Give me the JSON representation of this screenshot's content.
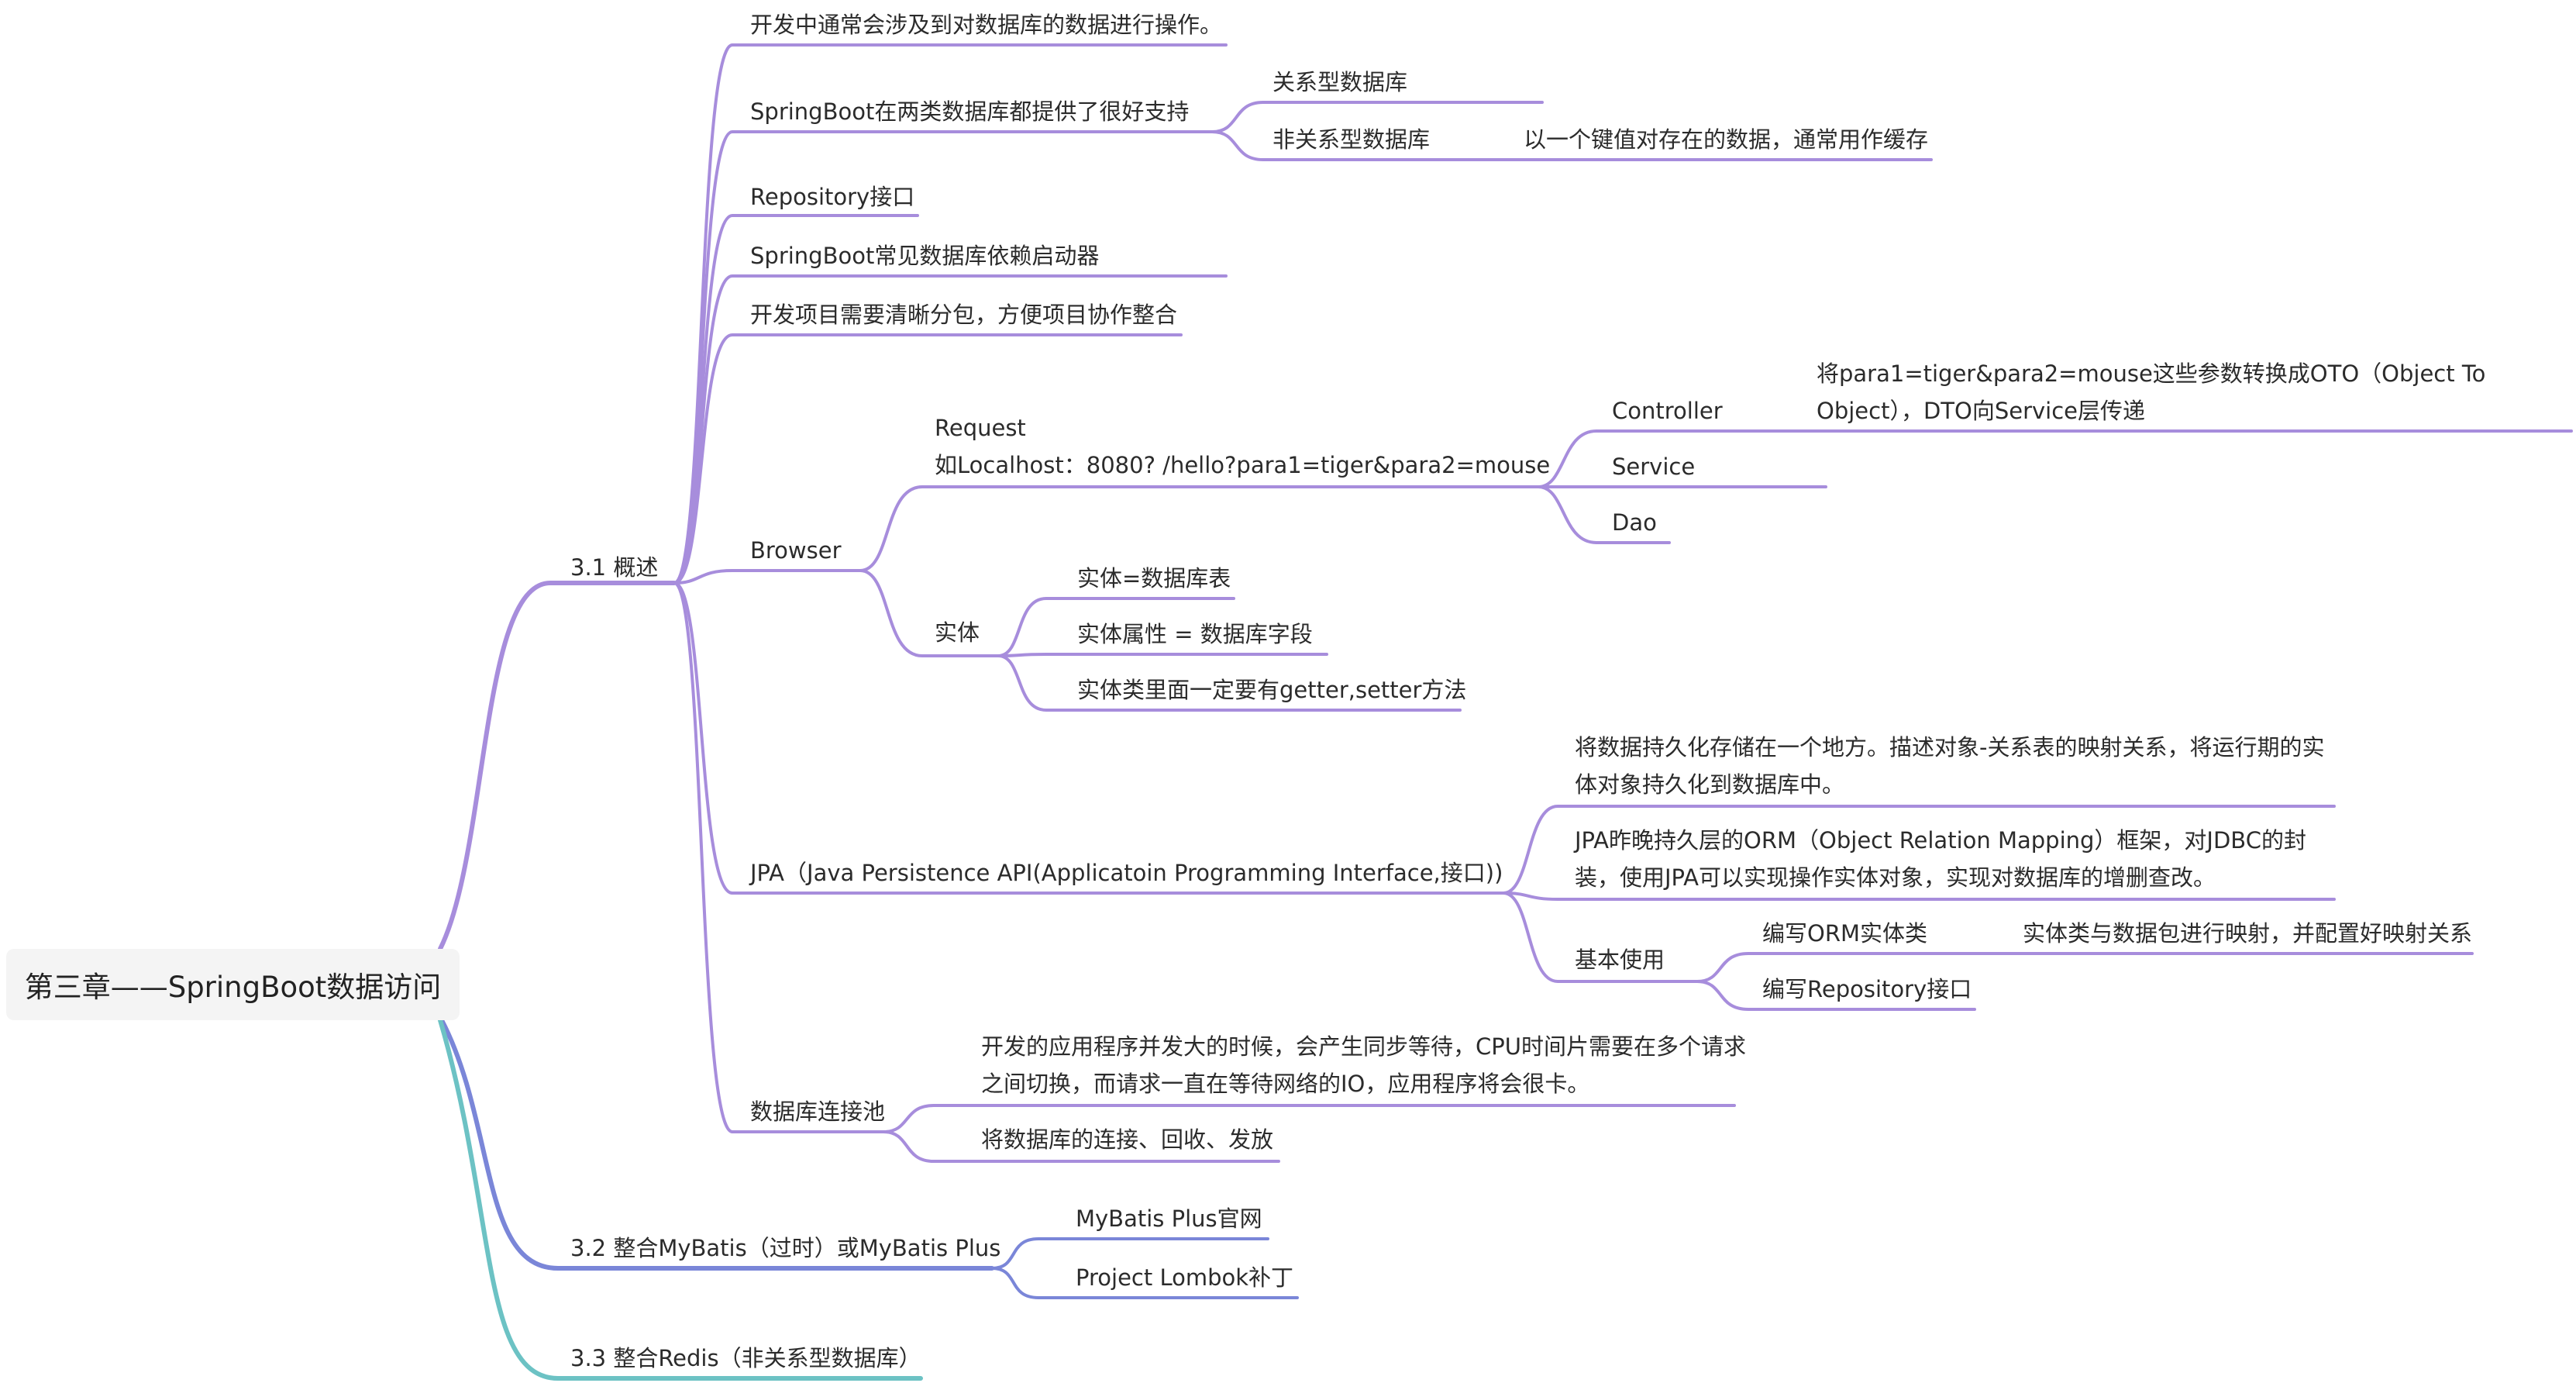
{
  "colors": {
    "ch31": "#a78ddc",
    "ch32": "#7a86d8",
    "ch33": "#6cc2c4"
  },
  "root": "第三章——SpringBoot数据访问",
  "ch31": {
    "label": "3.1 概述",
    "n1": "开发中通常会涉及到对数据库的数据进行操作。",
    "n2": "SpringBoot在两类数据库都提供了很好支持",
    "n2a": "关系型数据库",
    "n2b": "非关系型数据库",
    "n2b1": "以一个键值对存在的数据，通常用作缓存",
    "n3": "Repository接口",
    "n4": "SpringBoot常见数据库依赖启动器",
    "n5": "开发项目需要清晰分包，方便项目协作整合",
    "browser": "Browser",
    "request_l1": "Request",
    "request_l2": "如Localhost：8080?  /hello?para1=tiger&para2=mouse",
    "controller": "Controller",
    "controller_d1": "将para1=tiger&para2=mouse这些参数转换成OTO（Object To",
    "controller_d2": "Object），DTO向Service层传递",
    "service": "Service",
    "dao": "Dao",
    "entity": "实体",
    "entity_a": "实体=数据库表",
    "entity_b": "实体属性 = 数据库字段",
    "entity_c": "实体类里面一定要有getter,setter方法",
    "jpa": "JPA（Java Persistence API(Applicatoin Programming Interface,接口))",
    "jpa_a1": "将数据持久化存储在一个地方。描述对象-关系表的映射关系，将运行期的实",
    "jpa_a2": "体对象持久化到数据库中。",
    "jpa_b1": "JPA昨晚持久层的ORM（Object Relation Mapping）框架，对JDBC的封",
    "jpa_b2": "装，使用JPA可以实现操作实体对象，实现对数据库的增删查改。",
    "basic": "基本使用",
    "basic_a": "编写ORM实体类",
    "basic_a1": "实体类与数据包进行映射，并配置好映射关系",
    "basic_b": "编写Repository接口",
    "pool": "数据库连接池",
    "pool_a1": "开发的应用程序并发大的时候，会产生同步等待，CPU时间片需要在多个请求",
    "pool_a2": "之间切换，而请求一直在等待网络的IO，应用程序将会很卡。",
    "pool_b": "将数据库的连接、回收、发放"
  },
  "ch32": {
    "label": "3.2 整合MyBatis（过时）或MyBatis Plus",
    "a": "MyBatis Plus官网",
    "b": "Project Lombok补丁"
  },
  "ch33": {
    "label": "3.3 整合Redis（非关系型数据库）"
  }
}
